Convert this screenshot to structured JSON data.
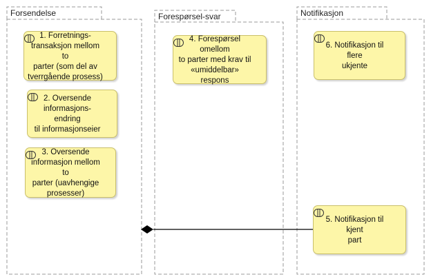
{
  "groups": {
    "forsendelse": {
      "label": "Forsendelse"
    },
    "foresporsel_svar": {
      "label": "Forespørsel-svar"
    },
    "notifikasjon": {
      "label": "Notifikasjon"
    }
  },
  "services": {
    "s1": {
      "label": "1. Forretnings-\ntransaksjon mellom to\nparter (som del av\ntverrgående prosess)",
      "icon": "business-service-icon"
    },
    "s2": {
      "label": "2. Oversende\ninformasjons-endring\ntil informasjonseier",
      "icon": "business-service-icon"
    },
    "s3": {
      "label": "3. Oversende\ninformasjon mellom to\nparter (uavhengige\nprosesser)",
      "icon": "business-service-icon"
    },
    "s4": {
      "label": "4. Forespørsel omellom\nto parter med krav til\n«umiddelbar» respons",
      "icon": "business-service-icon"
    },
    "s6": {
      "label": "6. Notifikasjon til flere\nukjente",
      "icon": "business-service-icon"
    },
    "s5": {
      "label": "5. Notifikasjon til kjent\npart",
      "icon": "business-service-icon"
    }
  },
  "colors": {
    "service_fill": "#fdf6a8",
    "service_border": "#c9bf6a",
    "group_border": "#9a9a9a",
    "connector": "#000000"
  }
}
